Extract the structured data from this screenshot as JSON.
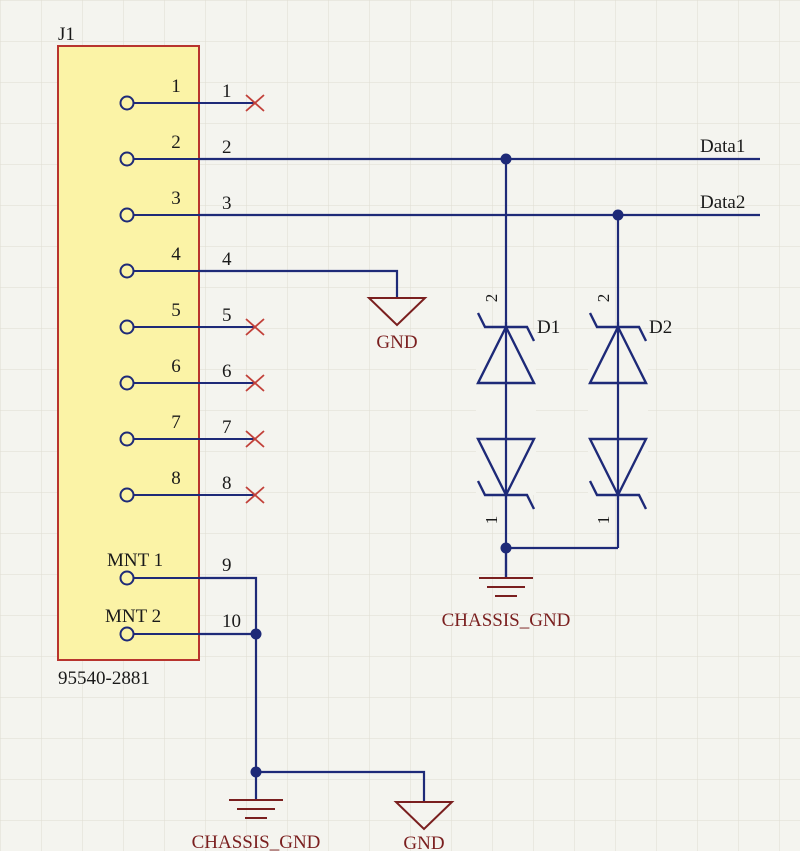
{
  "connector": {
    "designator": "J1",
    "part_number": "95540-2881",
    "pin_labels": [
      "1",
      "2",
      "3",
      "4",
      "5",
      "6",
      "7",
      "8",
      "MNT 1",
      "MNT 2"
    ],
    "pin_numbers": [
      "1",
      "2",
      "3",
      "4",
      "5",
      "6",
      "7",
      "8",
      "9",
      "10"
    ]
  },
  "nets": {
    "data1": "Data1",
    "data2": "Data2"
  },
  "diodes": {
    "d1": {
      "designator": "D1",
      "top_pin": "2",
      "bottom_pin": "1"
    },
    "d2": {
      "designator": "D2",
      "top_pin": "2",
      "bottom_pin": "1"
    }
  },
  "power": {
    "gnd_upper": "GND",
    "chassis_gnd_right": "CHASSIS_GND",
    "chassis_gnd_bottom": "CHASSIS_GND",
    "gnd_bottom": "GND"
  },
  "colors": {
    "body_fill": "#fbf3a6",
    "body_stroke": "#b8342e",
    "wire": "#1e2a78",
    "power_symbol": "#7a1f1f",
    "no_connect": "#c2413a",
    "grid": "#dedcd2"
  }
}
